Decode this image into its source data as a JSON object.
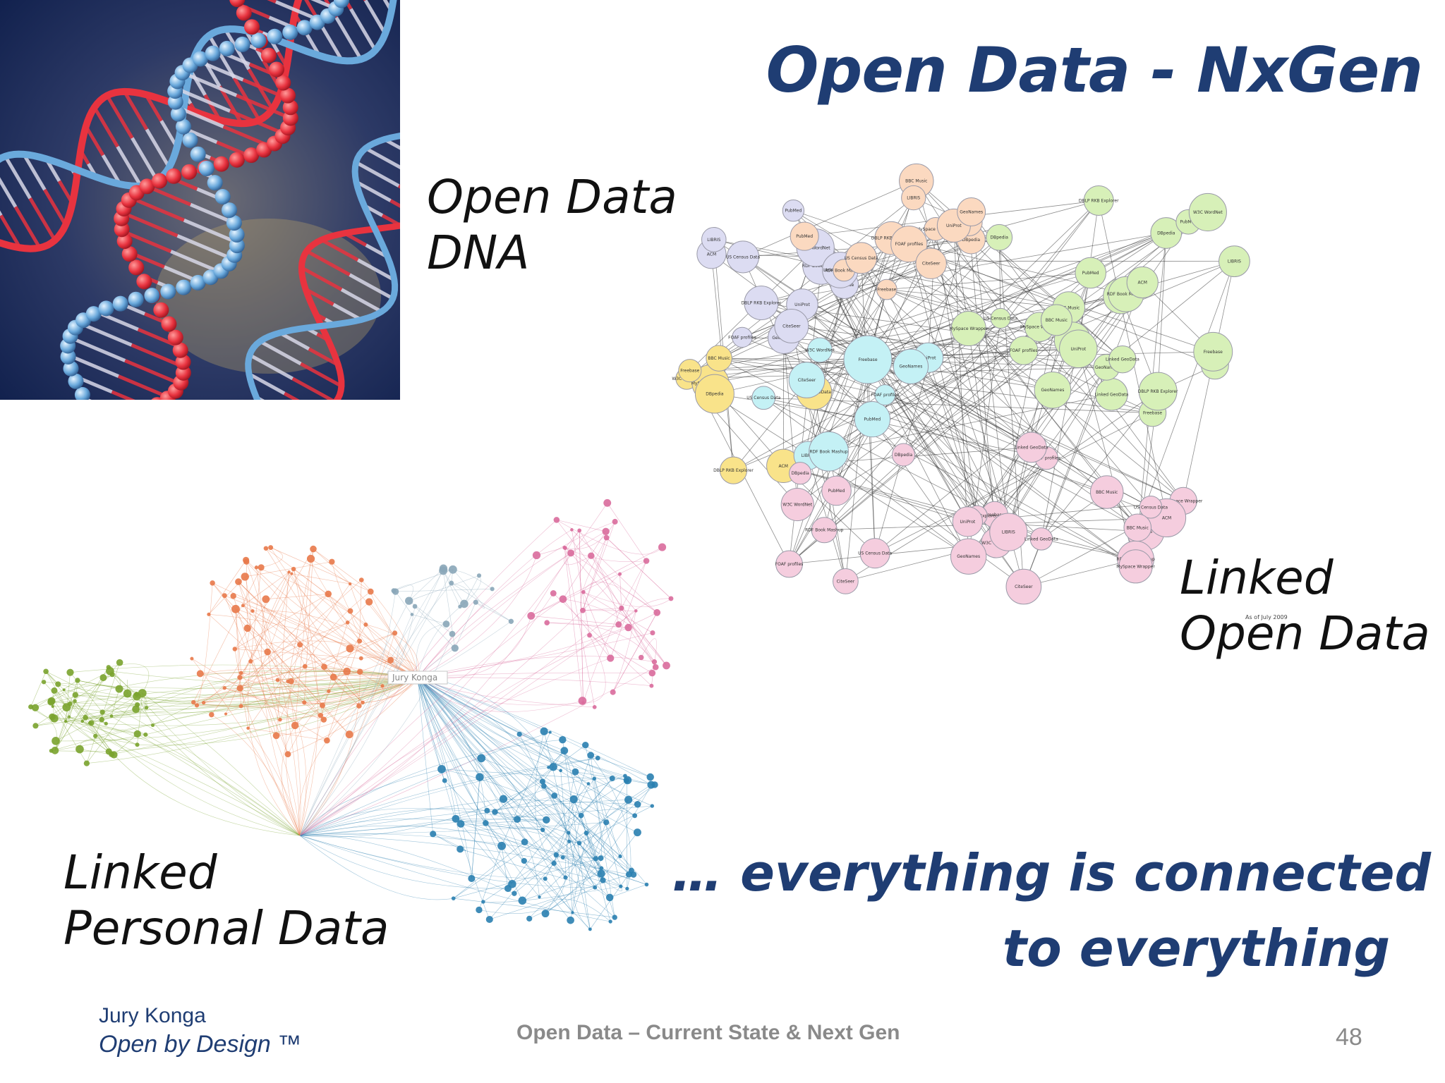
{
  "slide": {
    "title": "Open Data - NxGen",
    "dna_label_line1": "Open Data",
    "dna_label_line2": "DNA",
    "lod_label_line1": "Linked",
    "lod_label_line2": "Open Data",
    "lpd_label_line1": "Linked",
    "lpd_label_line2": "Personal Data",
    "tagline_line1": "… everything  is connected",
    "tagline_line2": "to everything",
    "lod_date_note": "As of July 2009",
    "social_graph_center_label": "Jury Konga"
  },
  "lod_cloud": {
    "nodes_label_sample": [
      "DBpedia",
      "Freebase",
      "ACM",
      "DBLP RKB Explorer",
      "UniProt",
      "PubMed",
      "GeoNames",
      "LIBRIS",
      "FOAF profiles",
      "CiteSeer",
      "RDF Book Mashup",
      "US Census Data",
      "W3C WordNet",
      "Linked GeoData",
      "MySpace Wrapper",
      "BBC Music"
    ]
  },
  "footer": {
    "author": "Jury Konga",
    "brand": "Open by Design ™",
    "center": "Open Data – Current State & Next Gen",
    "page": "48"
  },
  "colors": {
    "title": "#1f3d73",
    "dna_red": "#e8333f",
    "dna_blue": "#6aa9dc",
    "lod_purple": "#dcdcf2",
    "lod_orange": "#fbd9c0",
    "lod_yellow": "#f9e38a",
    "lod_cyan": "#c4f1f5",
    "lod_green": "#d7f0b8",
    "lod_pink": "#f5cdde",
    "graph_green": "#7aa32e",
    "graph_orange": "#e8794a",
    "graph_blue": "#2a7fb0",
    "graph_pink": "#d96b9c"
  }
}
